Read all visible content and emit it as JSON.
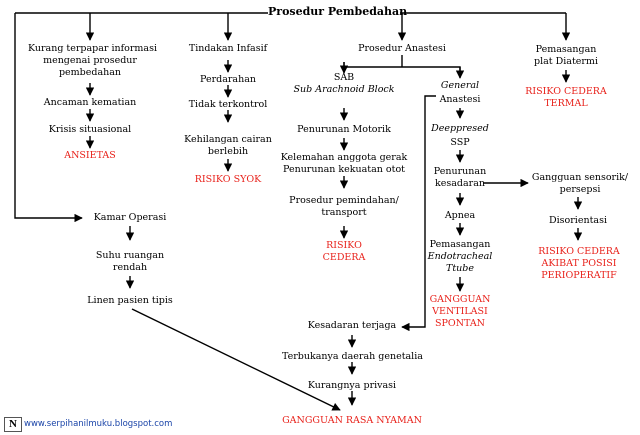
{
  "title": "Prosedur Pembedahan",
  "col1": {
    "info": [
      "Kurang terpapar informasi",
      "mengenai prosedur",
      "pembedahan"
    ],
    "ancaman": "Ancaman kematian",
    "krisis": "Krisis situasional",
    "ansietas": "ANSIETAS",
    "kamar": "Kamar Operasi",
    "suhu": [
      "Suhu ruangan",
      "rendah"
    ],
    "linen": "Linen pasien tipis"
  },
  "col2": {
    "tindakan": "Tindakan Infasif",
    "perdarahan": "Perdarahan",
    "tidak": "Tidak terkontrol",
    "kehilangan": [
      "Kehilangan cairan",
      "berlebih"
    ],
    "syok": "RISIKO SYOK"
  },
  "col3": {
    "anastesi": "Prosedur Anastesi",
    "sab": "SAB",
    "sab_full": "Sub Arachnoid Block",
    "motorik": "Penurunan Motorik",
    "kelemahan": [
      "Kelemahan anggota gerak",
      "Penurunan kekuatan otot"
    ],
    "pemindahan": [
      "Prosedur pemindahan/",
      "transport"
    ],
    "cedera": [
      "RISIKO",
      "CEDERA"
    ],
    "kesadaran": "Kesadaran terjaga",
    "genetalia": "Terbukanya daerah genetalia",
    "privasi": "Kurangnya privasi",
    "nyaman": "GANGGUAN RASA NYAMAN"
  },
  "col4": {
    "general": "General",
    "anastesi": "Anastesi",
    "depressed": "Deeppresed",
    "ssp": "SSP",
    "penurunan": [
      "Penurunan",
      "kesadaran"
    ],
    "apnea": "Apnea",
    "pemasangan": "Pemasangan",
    "endotracheal": "Endotracheal",
    "ttube": "Ttube",
    "ventilasi": [
      "GANGGUAN",
      "VENTILASI",
      "SPONTAN"
    ]
  },
  "col5": {
    "plat": [
      "Pemasangan",
      "plat Diatermi"
    ],
    "termal": [
      "RISIKO CEDERA",
      "TERMAL"
    ],
    "sensorik": [
      "Gangguan sensorik/",
      "persepsi"
    ],
    "disorientasi": "Disorientasi",
    "posisi": [
      "RISIKO CEDERA",
      "AKIBAT POSISI",
      "PERIOPERATIF"
    ]
  },
  "footer": "www.serpihanilmuku.blogspot.com",
  "logo": "N"
}
